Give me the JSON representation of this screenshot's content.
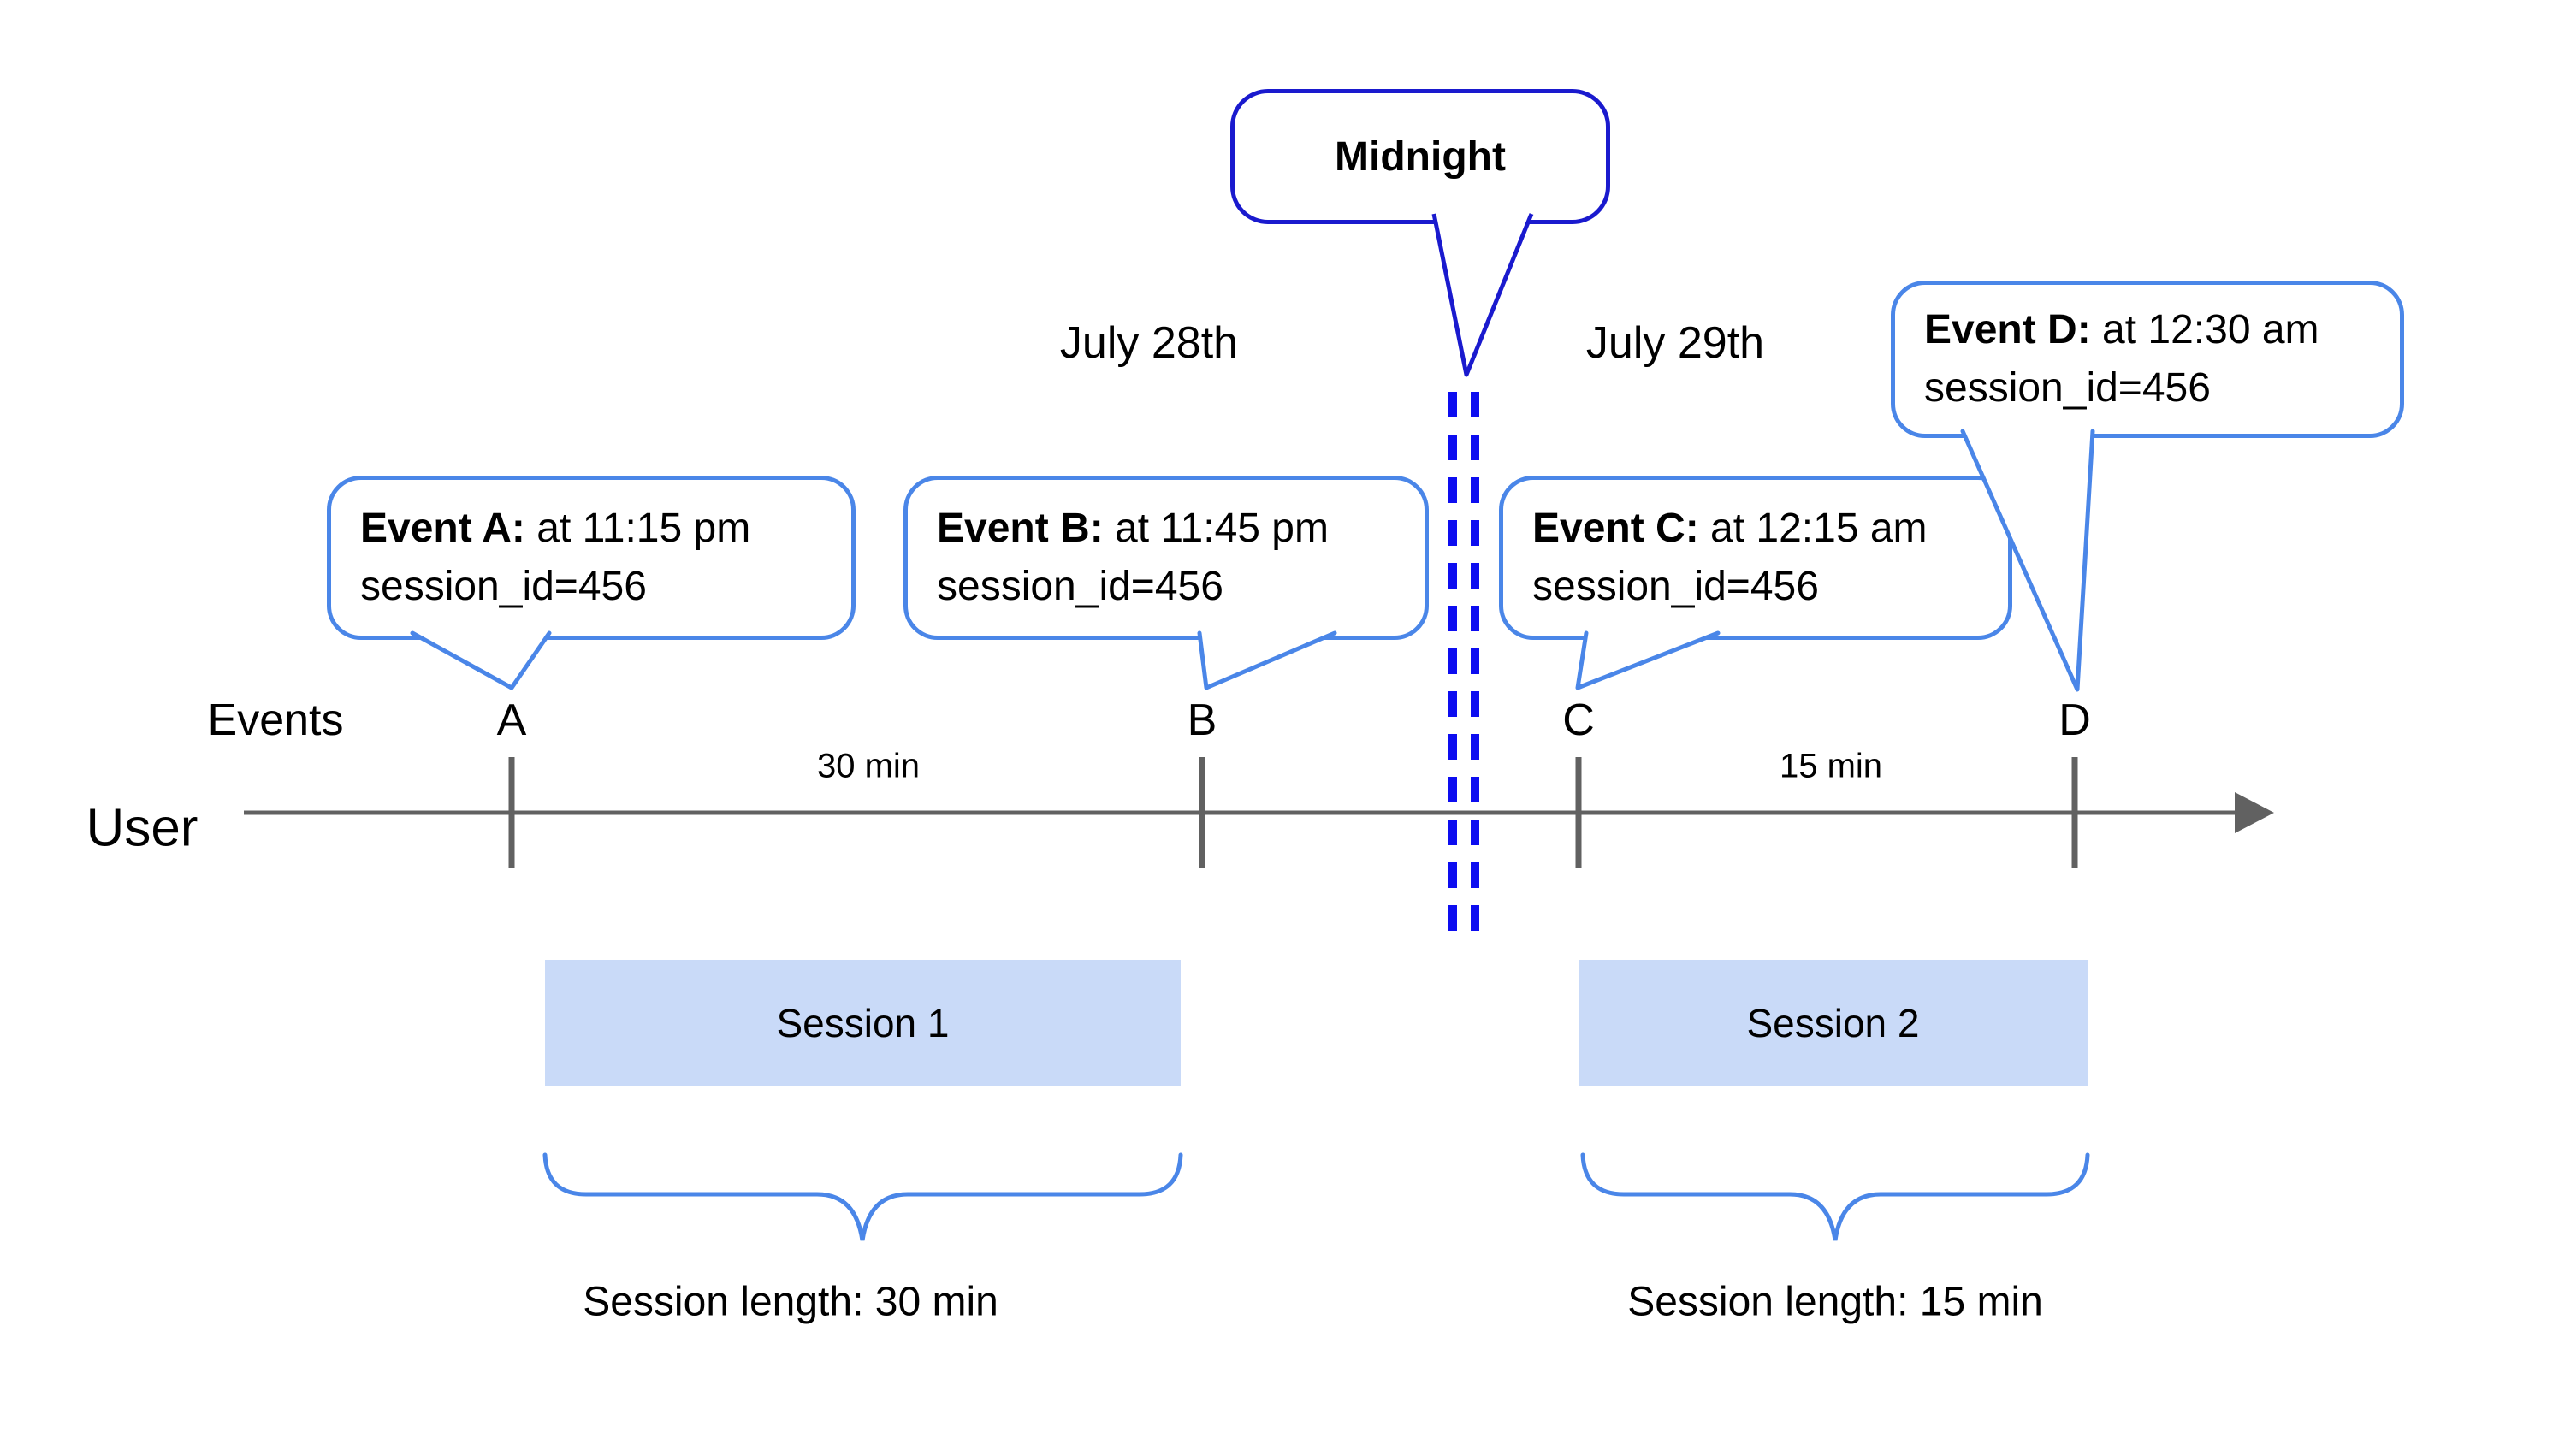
{
  "palette": {
    "event_bubble_blue": "#4a86e8",
    "midnight_blue": "#1a1ace",
    "dash_blue": "#0d0df0",
    "timeline_gray": "#616161",
    "session_fill": "#c9daf8",
    "text_black": "#000000",
    "background": "#ffffff"
  },
  "midnight": {
    "label": "Midnight"
  },
  "dates": {
    "left": "July 28th",
    "right": "July 29th"
  },
  "timeline": {
    "events_label": "Events",
    "user_label": "User"
  },
  "events": [
    {
      "letter": "A",
      "prefix": "Event A:",
      "time": " at 11:15 pm",
      "session": "session_id=456"
    },
    {
      "letter": "B",
      "prefix": "Event B:",
      "time": " at 11:45 pm",
      "session": "session_id=456"
    },
    {
      "letter": "C",
      "prefix": "Event C:",
      "time": " at 12:15 am",
      "session": "session_id=456"
    },
    {
      "letter": "D",
      "prefix": "Event D:",
      "time": " at 12:30 am",
      "session": "session_id=456"
    }
  ],
  "intervals": [
    {
      "label": "30 min"
    },
    {
      "label": "15 min"
    }
  ],
  "sessions": [
    {
      "name": "Session 1",
      "length_label": "Session length: 30 min"
    },
    {
      "name": "Session 2",
      "length_label": "Session length: 15 min"
    }
  ]
}
